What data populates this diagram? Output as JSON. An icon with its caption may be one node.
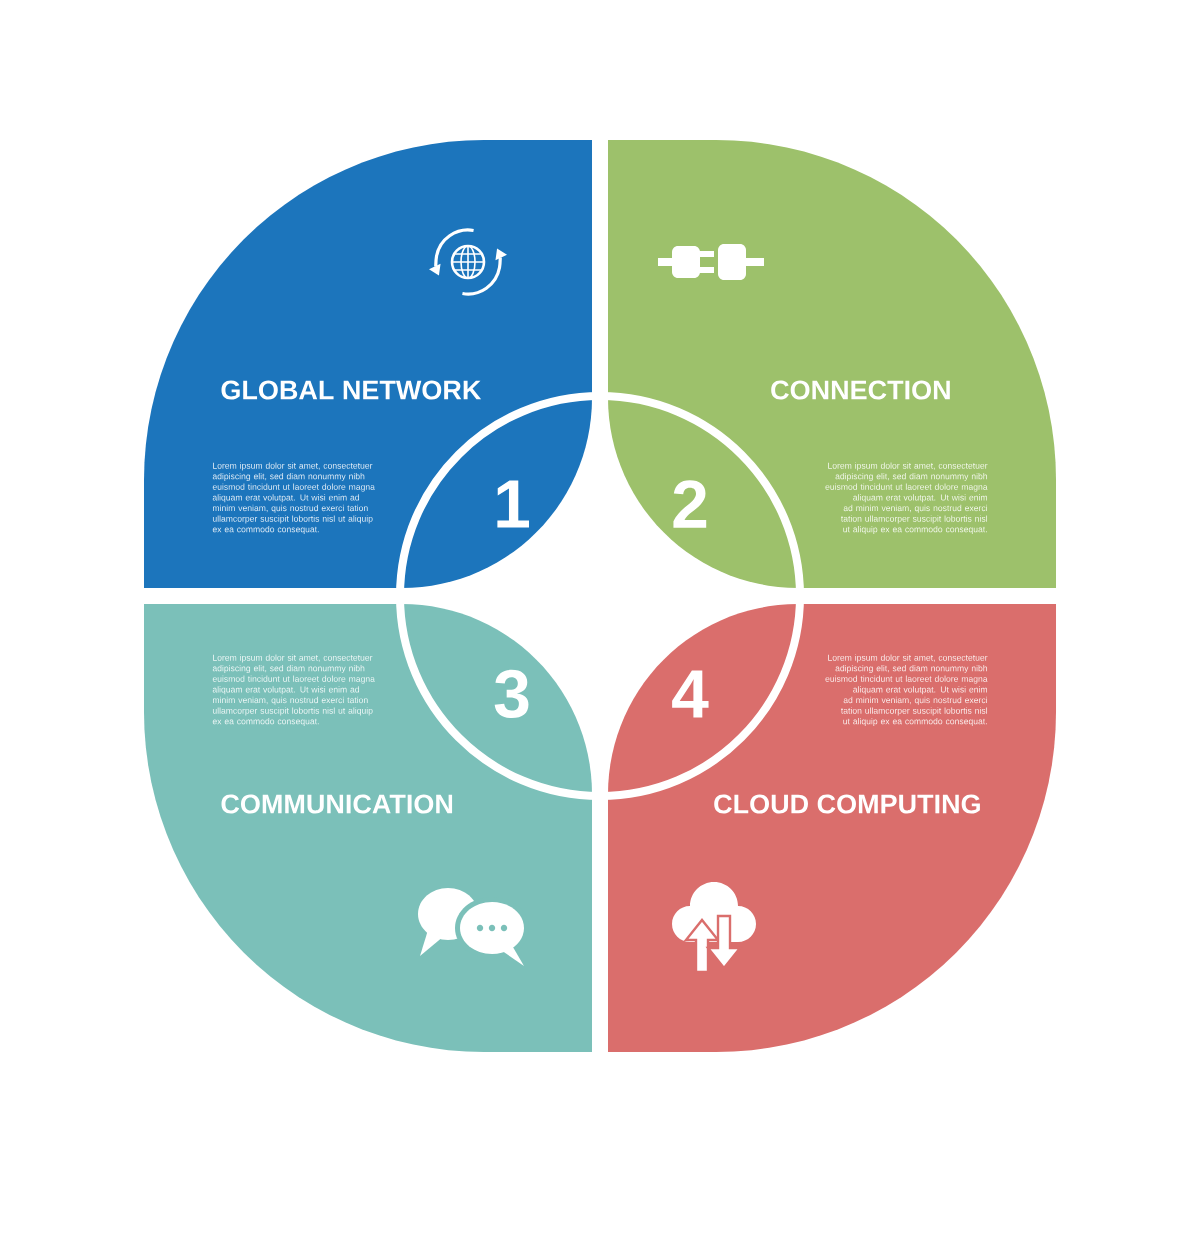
{
  "diagram": {
    "nodes": [
      {
        "text": [
          "GLOBAL NETWORK",
          "Lorem ipsum dolor sit amet, consectetuer adipiscing elit, sed diam nonummy nibh euismod tincidunt ut laoreet dolore magna aliquam erat volutpat. Ut wisi enim ad minim veniam, quis nostrud exerci tation ullamcorper suscipit lobortis nisl ut aliquip ex ea commodo consequat.",
          "1"
        ]
      },
      {
        "text": [
          "CONNECTION",
          "2",
          "Lorem ipsum dolor sit amet, consectetuer adipiscing elit, sed diam nonummy nibh euismod tincidunt ut laoreet dolore magna aliquam erat volutpat. Ut wisi enim ad minim veniam, quis nostrud exerci tation ullamcorper suscipit lobortis nisl ut aliquip ex ea commodo consequat."
        ]
      },
      {
        "text": [
          "Lorem ipsum dolor sit amet, consectetuer adipiscing elit, sed diam nonummy nibh euismod tincidunt ut laoreet dolore magna aliquam erat volutpat. Ut wisi enim ad minim veniam, quis nostrud exerci tation ullamcorper suscipit lobortis nisl ut aliquip ex ea commodo consequat.",
          "3",
          "COMMUNICATION"
        ]
      },
      {
        "text": [
          "4",
          "Lorem ipsum dolor sit amet, consectetuer adipiscing elit, sed diam nonummy nibh euismod tincidunt ut laoreet dolore magna aliquam erat volutpat. Ut wisi enim ad minim veniam, quis nostrud exerci tation ullamcorper suscipit lobortis nisl ut aliquip ex ea commodo consequat.",
          "CLOUD COMPUTING"
        ]
      }
    ]
  }
}
